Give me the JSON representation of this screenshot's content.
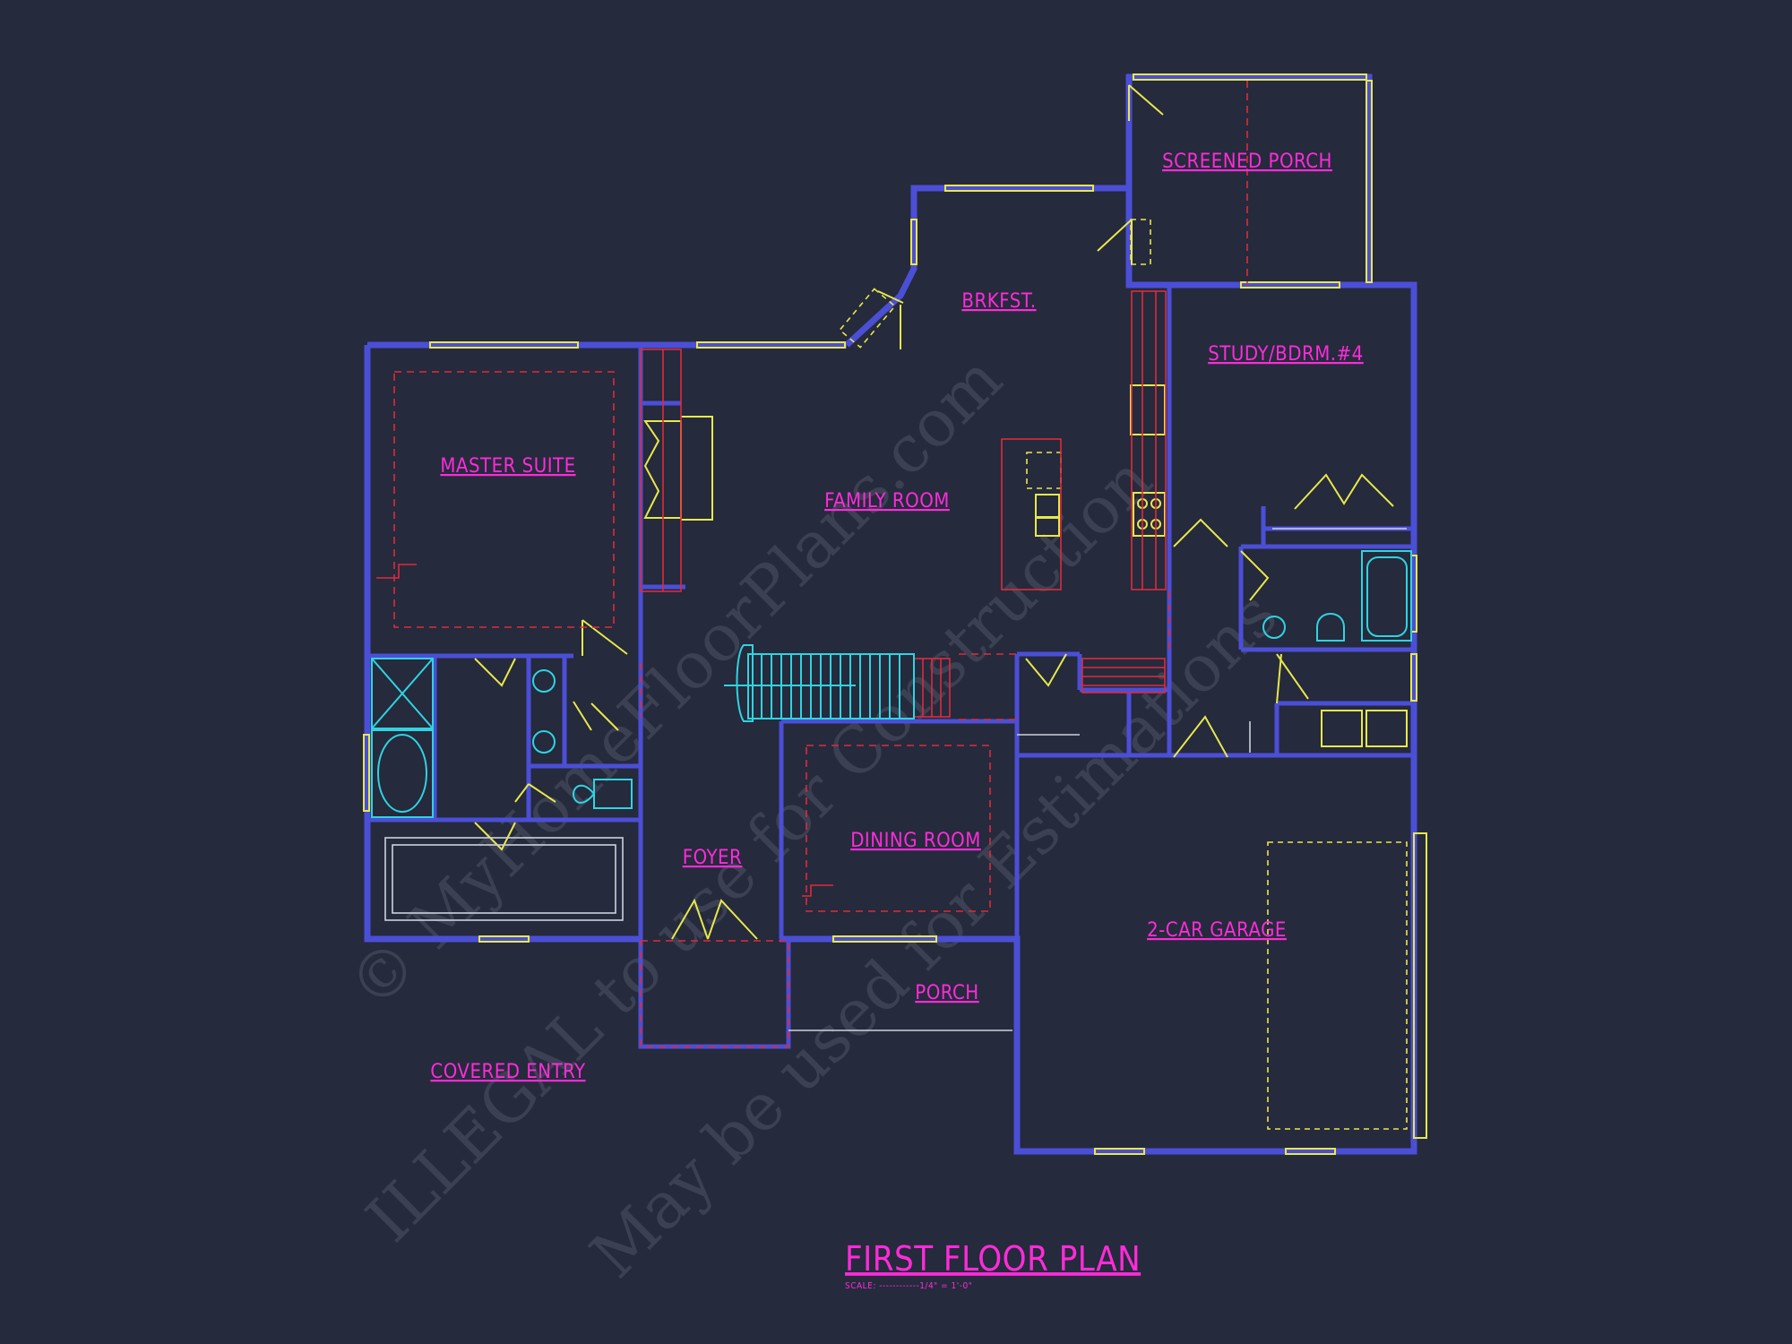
{
  "plan": {
    "title": "FIRST FLOOR PLAN",
    "scale": "SCALE: ------------1/4\" = 1'-0\"",
    "rooms": {
      "screened_porch": "SCREENED PORCH",
      "brkfst": "BRKFST.",
      "study": "STUDY/BDRM.#4",
      "master_suite": "MASTER SUITE",
      "family_room": "FAMILY ROOM",
      "foyer": "FOYER",
      "dining_room": "DINING ROOM",
      "garage": "2-CAR GARAGE",
      "porch": "PORCH",
      "covered_entry": "COVERED ENTRY"
    },
    "watermark": {
      "line1": "© MyHomeFloorPlans.com",
      "line2": "ILLEGAL to use for Construction",
      "line3": "May be used for Estimations"
    }
  },
  "colors": {
    "background": "#252a3d",
    "walls": "#4b4fd6",
    "labels": "#ff2bd9",
    "windows_doors": "#e8e84a",
    "fixtures": "#2fd4e0",
    "dimensions": "#e02a3a"
  }
}
